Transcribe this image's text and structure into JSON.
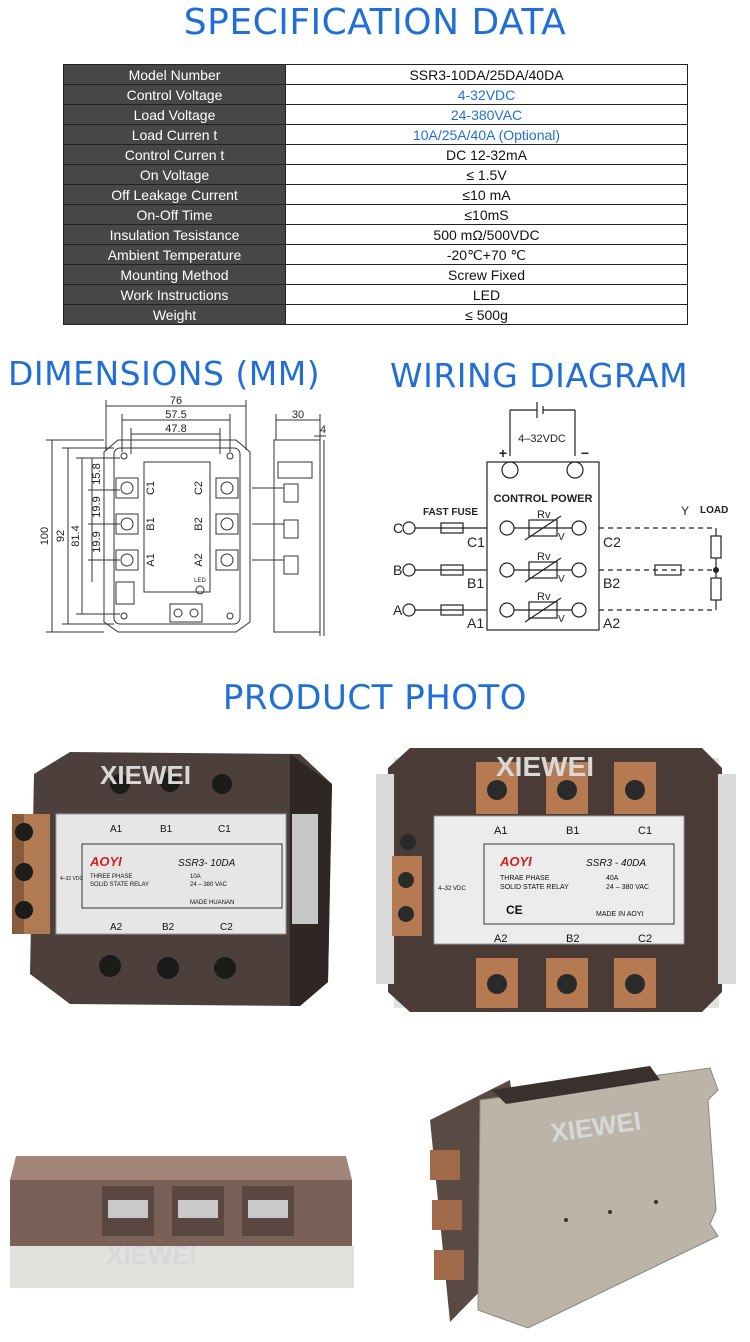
{
  "headings": {
    "spec": "SPECIFICATION DATA",
    "dimensions": "DIMENSIONS (MM)",
    "wiring": "WIRING DIAGRAM",
    "photo": "PRODUCT PHOTO"
  },
  "spec_rows": [
    {
      "label": "Model Number",
      "value": "SSR3-10DA/25DA/40DA",
      "accent": false
    },
    {
      "label": "Control Voltage",
      "value": "4-32VDC",
      "accent": true
    },
    {
      "label": "Load Voltage",
      "value": "24-380VAC",
      "accent": true
    },
    {
      "label": "Load Curren t",
      "value": "10A/25A/40A (Optional)",
      "accent": true
    },
    {
      "label": "Control Curren t",
      "value": "DC 12-32mA",
      "accent": false
    },
    {
      "label": "On  Voltage",
      "value": "≤ 1.5V",
      "accent": false
    },
    {
      "label": "Off  Leakage Current",
      "value": "≤10 mA",
      "accent": false
    },
    {
      "label": "On-Off Time",
      "value": "≤10mS",
      "accent": false
    },
    {
      "label": "Insulation Tesistance",
      "value": "500 mΩ/500VDC",
      "accent": false
    },
    {
      "label": "Ambient Temperature",
      "value": "-20℃+70 ℃",
      "accent": false
    },
    {
      "label": "Mounting Method",
      "value": "Screw Fixed",
      "accent": false
    },
    {
      "label": "Work Instructions",
      "value": "LED",
      "accent": false
    },
    {
      "label": "Weight",
      "value": "≤ 500g",
      "accent": false
    }
  ],
  "dimensions": {
    "top_76": "76",
    "top_57_5": "57.5",
    "top_47_8": "47.8",
    "side_30": "30",
    "side_4": "4",
    "left_100": "100",
    "left_92": "92",
    "left_81_4": "81.4",
    "left_15_8": "15.8",
    "left_19_9a": "19.9",
    "left_19_9b": "19.9",
    "term_c1": "C1",
    "term_b1": "B1",
    "term_a1": "A1",
    "term_c2": "C2",
    "term_b2": "B2",
    "term_a2": "A2",
    "led": "LED"
  },
  "wiring": {
    "voltage": "4–32VDC",
    "plus": "+",
    "minus": "−",
    "control_power": "CONTROL POWER",
    "fast_fuse": "FAST FUSE",
    "load": "LOAD",
    "y": "Y",
    "phase_c": "C",
    "phase_b": "B",
    "phase_a": "A",
    "c1": "C1",
    "b1": "B1",
    "a1": "A1",
    "c2": "C2",
    "b2": "B2",
    "a2": "A2",
    "rv": "Rv",
    "v": "V"
  },
  "photos": {
    "watermark": "XIEWEI",
    "p1": {
      "brand": "AOYI",
      "model": "SSR3- 10DA",
      "line1": "THREE PHASE",
      "line2": "SOLID STATE RELAY",
      "rating": "10A",
      "voltage": "24 – 380 VAC",
      "control": "4–32 VDC",
      "made": "MADE HUANAN",
      "t_a1": "A1",
      "t_b1": "B1",
      "t_c1": "C1",
      "t_a2": "A2",
      "t_b2": "B2",
      "t_c2": "C2"
    },
    "p2": {
      "brand": "AOYI",
      "model": "SSR3 - 40DA",
      "line1": "THRAE PHASE",
      "line2": "SOLID STATE RELAY",
      "rating": "40A",
      "voltage": "24 – 380 VAC",
      "control": "4–32 VDC",
      "made": "MADE IN AOYI",
      "ce": "CE",
      "t_a1": "A1",
      "t_b1": "B1",
      "t_c1": "C1",
      "t_a2": "A2",
      "t_b2": "B2",
      "t_c2": "C2"
    }
  }
}
